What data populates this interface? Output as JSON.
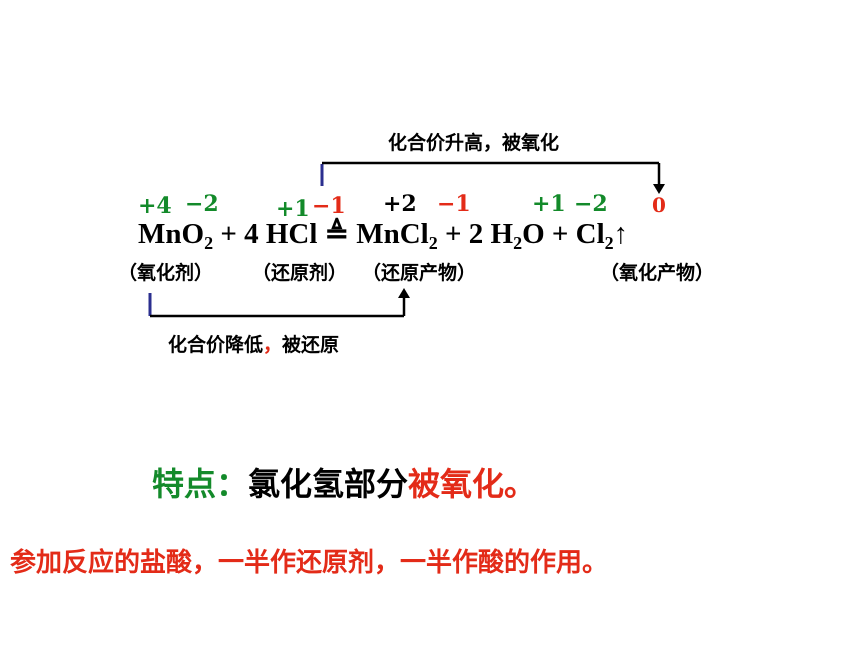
{
  "top_label": "化合价升高，被氧化",
  "bottom_label": {
    "part1": "化合价降低",
    "comma": "，",
    "part2": "被还原"
  },
  "ox_states": {
    "mn_reactant": "+4",
    "o_reactant": "−2",
    "h_hcl": "+1",
    "cl_hcl": "−1",
    "mn_product": "+2",
    "cl_product": "−1",
    "h_water": "+1",
    "o_water": "−2",
    "cl2": "0"
  },
  "equation": {
    "mno2": "MnO",
    "mno2_sub": "2",
    "plus1": " + 4 ",
    "hcl": "HCl",
    "sign": " ≜ ",
    "mncl2": "MnCl",
    "mncl2_sub": "2",
    "plus2": " + 2 ",
    "h2o_h": "H",
    "h2o_sub": "2",
    "h2o_o": "O",
    "plus3": " + ",
    "cl2": "Cl",
    "cl2_sub": "2",
    "gas": "↑"
  },
  "roles": {
    "oxidant": "（氧化剂）",
    "reductant": "（还原剂）",
    "reduction_product": "（还原产物）",
    "oxidation_product": "（氧化产物）"
  },
  "feature": {
    "label": "特点：",
    "text": "氯化氢部分",
    "highlight": "被氧化。"
  },
  "note": "参加反应的盐酸，一半作还原剂，一半作酸的作用。",
  "colors": {
    "green": "#138a2a",
    "red": "#e32b18",
    "bracket_start": "#2b2f8f"
  }
}
